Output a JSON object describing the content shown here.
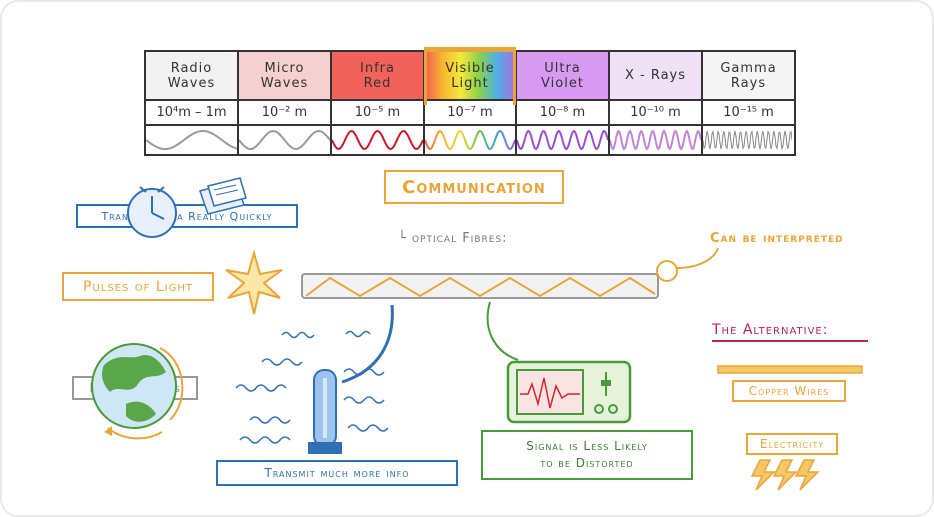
{
  "spectrum": [
    {
      "name": "Radio\nWaves",
      "wavelength": "10⁴m – 1m",
      "color": "#9a9a9a",
      "bg": "#f2f2f2"
    },
    {
      "name": "Micro\nWaves",
      "wavelength": "10⁻² m",
      "color": "#9a9a9a",
      "bg": "#f4d0d0"
    },
    {
      "name": "Infra\nRed",
      "wavelength": "10⁻⁵ m",
      "color": "#c8182e",
      "bg": "#f0625a"
    },
    {
      "name": "Visible\nLight",
      "wavelength": "10⁻⁷ m",
      "color": "#e07b22",
      "bg": "rainbow"
    },
    {
      "name": "Ultra\nViolet",
      "wavelength": "10⁻⁸ m",
      "color": "#9a4fd0",
      "bg": "#d79af0"
    },
    {
      "name": "X - Rays",
      "wavelength": "10⁻¹⁰ m",
      "color": "#c085d6",
      "bg": "#f0e2f6"
    },
    {
      "name": "Gamma\nRays",
      "wavelength": "10⁻¹⁵ m",
      "color": "#888888",
      "bg": "#f5f5f5"
    }
  ],
  "title": "Communication",
  "subtitle": "└ optical Fibres:",
  "transmit_data": "Transmit Data Really Quickly",
  "pulses": "Pulses of Light",
  "long_distances": "Long Distances",
  "transmit_more": "Transmit much more info",
  "signal": "Signal is Less Likely\nto be Distorted",
  "interpreted": "Can be interpreted",
  "alternative": "The Alternative:",
  "copper": "Copper Wires",
  "electricity": "Electricity",
  "colors": {
    "orange": "#e8a53a",
    "blue": "#2f6fb3",
    "green": "#4a9a3a",
    "crimson": "#b0285a"
  }
}
